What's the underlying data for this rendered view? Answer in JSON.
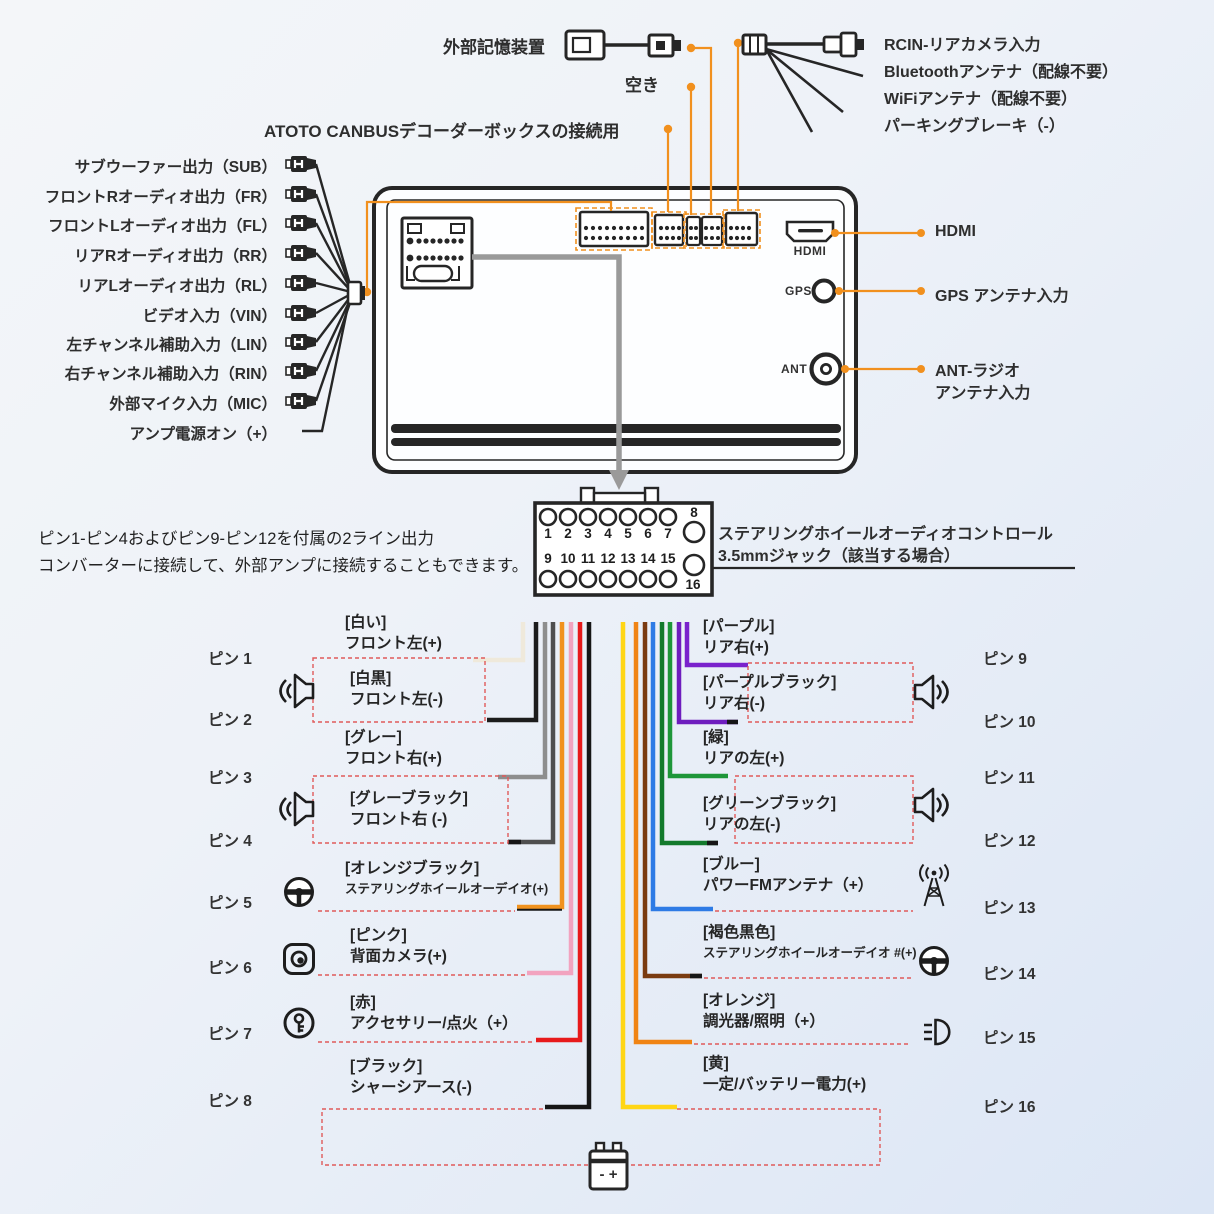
{
  "colors": {
    "accent": "#F1901E",
    "dashed_red": "#E05A5A",
    "gray_line": "#9A9A9A",
    "outline": "#262626"
  },
  "top": {
    "usb_label": "外部記憶装置",
    "empty_label": "空き",
    "canbus_label": "ATOTO CANBUSデコーダーボックスの接続用",
    "harness_labels": [
      "RCIN-リアカメラ入力",
      "Bluetoothアンテナ（配線不要）",
      "WiFiアンテナ（配線不要）",
      "パーキングブレーキ（-）"
    ]
  },
  "left_outputs": [
    "サブウーファー出力（SUB）",
    "フロントRオーディオ出力（FR）",
    "フロントLオーディオ出力（FL）",
    "リアRオーディオ出力（RR）",
    "リアLオーディオ出力（RL）",
    "ビデオ入力（VIN）",
    "左チャンネル補助入力（LIN）",
    "右チャンネル補助入力（RIN）",
    "外部マイク入力（MIC）",
    "アンプ電源オン（+）"
  ],
  "unit": {
    "hdmi_port": "HDMI",
    "gps_port": "GPS",
    "ant_port": "ANT",
    "hdmi_label": "HDMI",
    "gps_label": "GPS アンテナ入力",
    "ant_label1": "ANT-ラジオ",
    "ant_label2": "アンテナ入力"
  },
  "note": {
    "line1": "ピン1-ピン4およびピン9-ピン12を付属の2ライン出力",
    "line2": "コンバーターに接続して、外部アンプに接続することもできます。"
  },
  "swc_note": {
    "line1": "ステアリングホイールオーディオコントロール",
    "line2": "3.5mmジャック（該当する場合）"
  },
  "connector": {
    "top_numbers": [
      "1",
      "2",
      "3",
      "4",
      "5",
      "6",
      "7"
    ],
    "pin8": "8",
    "bottom_numbers": [
      "9",
      "10",
      "11",
      "12",
      "13",
      "14",
      "15"
    ],
    "pin16": "16"
  },
  "pins": [
    {
      "num": "ピン 1",
      "color_name": "[白い]",
      "func": "フロント左(+)",
      "wire": "#EFE9DB"
    },
    {
      "num": "ピン 2",
      "color_name": "[白黒]",
      "func": "フロント左(-)",
      "wire": "#1C1C1C"
    },
    {
      "num": "ピン 3",
      "color_name": "[グレー]",
      "func": "フロント右(+)",
      "wire": "#8E8E8E"
    },
    {
      "num": "ピン 4",
      "color_name": "[グレーブラック]",
      "func": "フロント右 (-)",
      "wire": "#4F4F4F"
    },
    {
      "num": "ピン 5",
      "color_name": "[オレンジブラック]",
      "func": "ステアリングホイールオーデイオ(+)",
      "wire": "#F0921E"
    },
    {
      "num": "ピン 6",
      "color_name": "[ピンク]",
      "func": "背面カメラ(+)",
      "wire": "#F2A3BF"
    },
    {
      "num": "ピン 7",
      "color_name": "[赤]",
      "func": "アクセサリー/点火（+）",
      "wire": "#E71A1B"
    },
    {
      "num": "ピン 8",
      "color_name": "[ブラック]",
      "func": "シャーシアース(-)",
      "wire": "#161616"
    },
    {
      "num": "ピン 9",
      "color_name": "[パープル]",
      "func": "リア右(+)",
      "wire": "#7A22CC"
    },
    {
      "num": "ピン 10",
      "color_name": "[パープルブラック]",
      "func": "リア右(-)",
      "wire": "#6E1DBE"
    },
    {
      "num": "ピン 11",
      "color_name": "[緑]",
      "func": "リアの左(+)",
      "wire": "#1E9639"
    },
    {
      "num": "ピン 12",
      "color_name": "[グリーンブラック]",
      "func": "リアの左(-)",
      "wire": "#137A2C"
    },
    {
      "num": "ピン 13",
      "color_name": "[ブルー]",
      "func": "パワーFMアンテナ（+）",
      "wire": "#2E7BE5"
    },
    {
      "num": "ピン 14",
      "color_name": "[褐色黒色]",
      "func": "ステアリングホイールオーデイオ #(+)",
      "wire": "#7A3B10"
    },
    {
      "num": "ピン 15",
      "color_name": "[オレンジ]",
      "func": "調光器/照明（+）",
      "wire": "#F08414"
    },
    {
      "num": "ピン 16",
      "color_name": "[黄]",
      "func": "一定/バッテリー電力(+)",
      "wire": "#FFD615"
    }
  ],
  "battery": {
    "label": "- +"
  }
}
